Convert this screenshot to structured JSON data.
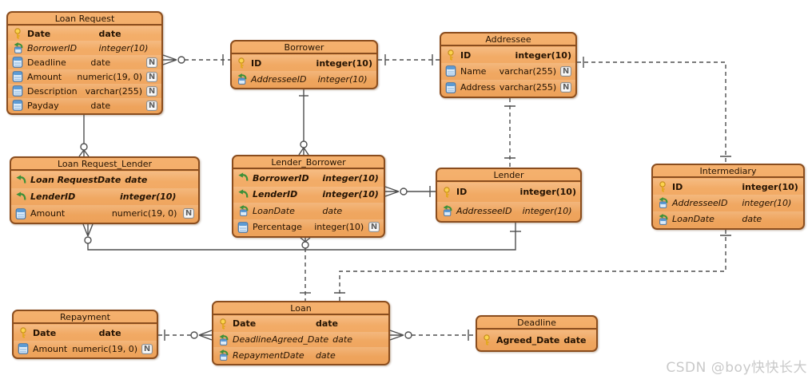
{
  "watermark": "CSDN @boy快快长大",
  "badges": {
    "nullable": "N"
  },
  "colors": {
    "entity_fill": "#f2a963",
    "entity_border": "#8a4d1e",
    "line": "#4f4f4f",
    "pk_icon": "#fbd34d",
    "fk_icon": "#3c9038",
    "column_icon": "#5b9bd5",
    "watermark": "#c9c9c9"
  },
  "tables": [
    {
      "name": "Loan Request",
      "columns": [
        {
          "icon": "key-icon",
          "name": "Date",
          "type": "date",
          "key": "pk",
          "nullable": false
        },
        {
          "icon": "foreign-key-icon",
          "name": "BorrowerID",
          "type": "integer(10)",
          "key": "fk",
          "nullable": false
        },
        {
          "icon": "column-icon",
          "name": "Deadline",
          "type": "date",
          "key": "none",
          "nullable": true
        },
        {
          "icon": "column-icon",
          "name": "Amount",
          "type": "numeric(19, 0)",
          "key": "none",
          "nullable": true
        },
        {
          "icon": "column-icon",
          "name": "Description",
          "type": "varchar(255)",
          "key": "none",
          "nullable": true
        },
        {
          "icon": "column-icon",
          "name": "Payday",
          "type": "date",
          "key": "none",
          "nullable": true
        }
      ]
    },
    {
      "name": "Borrower",
      "columns": [
        {
          "icon": "key-icon",
          "name": "ID",
          "type": "integer(10)",
          "key": "pk",
          "nullable": false
        },
        {
          "icon": "foreign-key-icon",
          "name": "AddresseeID",
          "type": "integer(10)",
          "key": "fk",
          "nullable": false
        }
      ]
    },
    {
      "name": "Addressee",
      "columns": [
        {
          "icon": "key-icon",
          "name": "ID",
          "type": "integer(10)",
          "key": "pk",
          "nullable": false
        },
        {
          "icon": "column-icon",
          "name": "Name",
          "type": "varchar(255)",
          "key": "none",
          "nullable": true
        },
        {
          "icon": "column-icon",
          "name": "Address",
          "type": "varchar(255)",
          "key": "none",
          "nullable": true
        }
      ]
    },
    {
      "name": "Loan Request_Lender",
      "columns": [
        {
          "icon": "primary-foreign-key-icon",
          "name": "Loan RequestDate",
          "type": "date",
          "key": "pkfk",
          "nullable": false
        },
        {
          "icon": "primary-foreign-key-icon",
          "name": "LenderID",
          "type": "integer(10)",
          "key": "pkfk",
          "nullable": false
        },
        {
          "icon": "column-icon",
          "name": "Amount",
          "type": "numeric(19, 0)",
          "key": "none",
          "nullable": true
        }
      ]
    },
    {
      "name": "Lender_Borrower",
      "columns": [
        {
          "icon": "primary-foreign-key-icon",
          "name": "BorrowerID",
          "type": "integer(10)",
          "key": "pkfk",
          "nullable": false
        },
        {
          "icon": "primary-foreign-key-icon",
          "name": "LenderID",
          "type": "integer(10)",
          "key": "pkfk",
          "nullable": false
        },
        {
          "icon": "foreign-key-icon",
          "name": "LoanDate",
          "type": "date",
          "key": "fk",
          "nullable": false
        },
        {
          "icon": "column-icon",
          "name": "Percentage",
          "type": "integer(10)",
          "key": "none",
          "nullable": true
        }
      ]
    },
    {
      "name": "Lender",
      "columns": [
        {
          "icon": "key-icon",
          "name": "ID",
          "type": "integer(10)",
          "key": "pk",
          "nullable": false
        },
        {
          "icon": "foreign-key-icon",
          "name": "AddresseeID",
          "type": "integer(10)",
          "key": "fk",
          "nullable": false
        }
      ]
    },
    {
      "name": "Intermediary",
      "columns": [
        {
          "icon": "key-icon",
          "name": "ID",
          "type": "integer(10)",
          "key": "pk",
          "nullable": false
        },
        {
          "icon": "foreign-key-icon",
          "name": "AddresseeID",
          "type": "integer(10)",
          "key": "fk",
          "nullable": false
        },
        {
          "icon": "foreign-key-icon",
          "name": "LoanDate",
          "type": "date",
          "key": "fk",
          "nullable": false
        }
      ]
    },
    {
      "name": "Repayment",
      "columns": [
        {
          "icon": "key-icon",
          "name": "Date",
          "type": "date",
          "key": "pk",
          "nullable": false
        },
        {
          "icon": "column-icon",
          "name": "Amount",
          "type": "numeric(19, 0)",
          "key": "none",
          "nullable": true
        }
      ]
    },
    {
      "name": "Loan",
      "columns": [
        {
          "icon": "key-icon",
          "name": "Date",
          "type": "date",
          "key": "pk",
          "nullable": false
        },
        {
          "icon": "foreign-key-icon",
          "name": "DeadlineAgreed_Date",
          "type": "date",
          "key": "fk",
          "nullable": false
        },
        {
          "icon": "foreign-key-icon",
          "name": "RepaymentDate",
          "type": "date",
          "key": "fk",
          "nullable": false
        }
      ]
    },
    {
      "name": "Deadline",
      "columns": [
        {
          "icon": "key-icon",
          "name": "Agreed_Date",
          "type": "date",
          "key": "pk",
          "nullable": false
        }
      ]
    }
  ],
  "relationships": [
    {
      "from": "Loan Request",
      "to": "Borrower",
      "line": "dashed",
      "from_marker": "many-optional",
      "to_marker": "one"
    },
    {
      "from": "Borrower",
      "to": "Addressee",
      "line": "dashed",
      "from_marker": "one",
      "to_marker": "one"
    },
    {
      "from": "Addressee",
      "to": "Intermediary",
      "line": "dashed",
      "from_marker": "one",
      "to_marker": "one"
    },
    {
      "from": "Loan Request_Lender",
      "to": "Loan Request",
      "line": "solid",
      "from_marker": "many-optional",
      "to_marker": "plain"
    },
    {
      "from": "Lender_Borrower",
      "to": "Borrower",
      "line": "solid",
      "from_marker": "many-optional",
      "to_marker": "one"
    },
    {
      "from": "Lender_Borrower",
      "to": "Lender",
      "line": "solid",
      "from_marker": "many-optional",
      "to_marker": "one"
    },
    {
      "from": "Addressee",
      "to": "Lender",
      "line": "dashed",
      "from_marker": "one",
      "to_marker": "one"
    },
    {
      "from": "Loan Request_Lender",
      "to": "Lender",
      "line": "solid",
      "from_marker": "many-optional",
      "to_marker": "one"
    },
    {
      "from": "Lender_Borrower",
      "to": "Loan",
      "line": "dashed",
      "from_marker": "many-optional",
      "to_marker": "one"
    },
    {
      "from": "Loan",
      "to": "Intermediary",
      "line": "dashed",
      "from_marker": "one",
      "to_marker": "one"
    },
    {
      "from": "Loan",
      "to": "Repayment",
      "line": "dashed",
      "from_marker": "many-optional",
      "to_marker": "one"
    },
    {
      "from": "Loan",
      "to": "Deadline",
      "line": "dashed",
      "from_marker": "many-optional",
      "to_marker": "one"
    }
  ]
}
